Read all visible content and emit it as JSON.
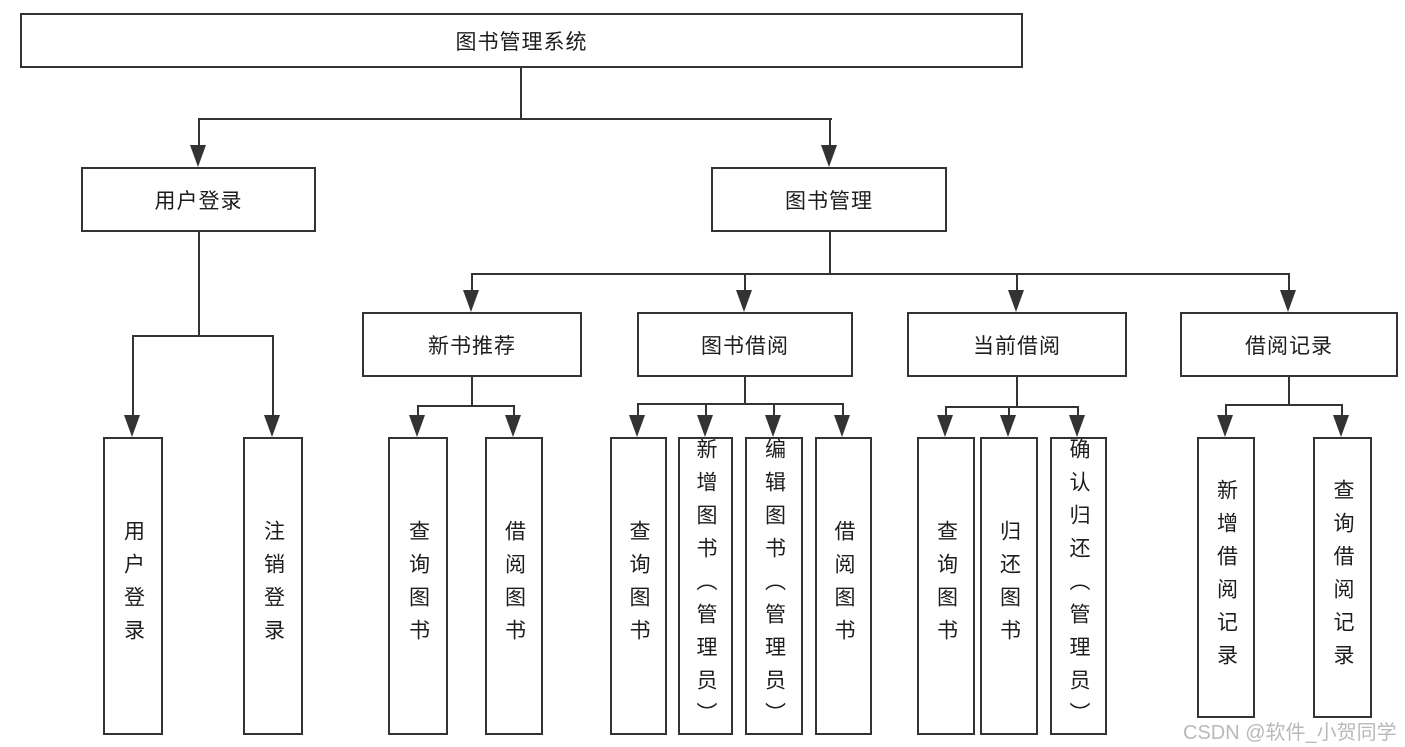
{
  "tree": {
    "root": {
      "label": "图书管理系统",
      "children": [
        {
          "label": "用户登录",
          "children": [
            {
              "label": "用户登录"
            },
            {
              "label": "注销登录"
            }
          ]
        },
        {
          "label": "图书管理",
          "children": [
            {
              "label": "新书推荐",
              "children": [
                {
                  "label": "查询图书"
                },
                {
                  "label": "借阅图书"
                }
              ]
            },
            {
              "label": "图书借阅",
              "children": [
                {
                  "label": "查询图书"
                },
                {
                  "label": "新增图书（管理员）"
                },
                {
                  "label": "编辑图书（管理员）"
                },
                {
                  "label": "借阅图书"
                }
              ]
            },
            {
              "label": "当前借阅",
              "children": [
                {
                  "label": "查询图书"
                },
                {
                  "label": "归还图书"
                },
                {
                  "label": "确认归还（管理员）"
                }
              ]
            },
            {
              "label": "借阅记录",
              "children": [
                {
                  "label": "新增借阅记录"
                },
                {
                  "label": "查询借阅记录"
                }
              ]
            }
          ]
        }
      ]
    }
  },
  "watermark": {
    "text": "CSDN @软件_小贺同学"
  },
  "colors": {
    "line": "#333333",
    "text": "#1d1d1d",
    "watermark": "#b9b9b9",
    "background": "#ffffff"
  }
}
